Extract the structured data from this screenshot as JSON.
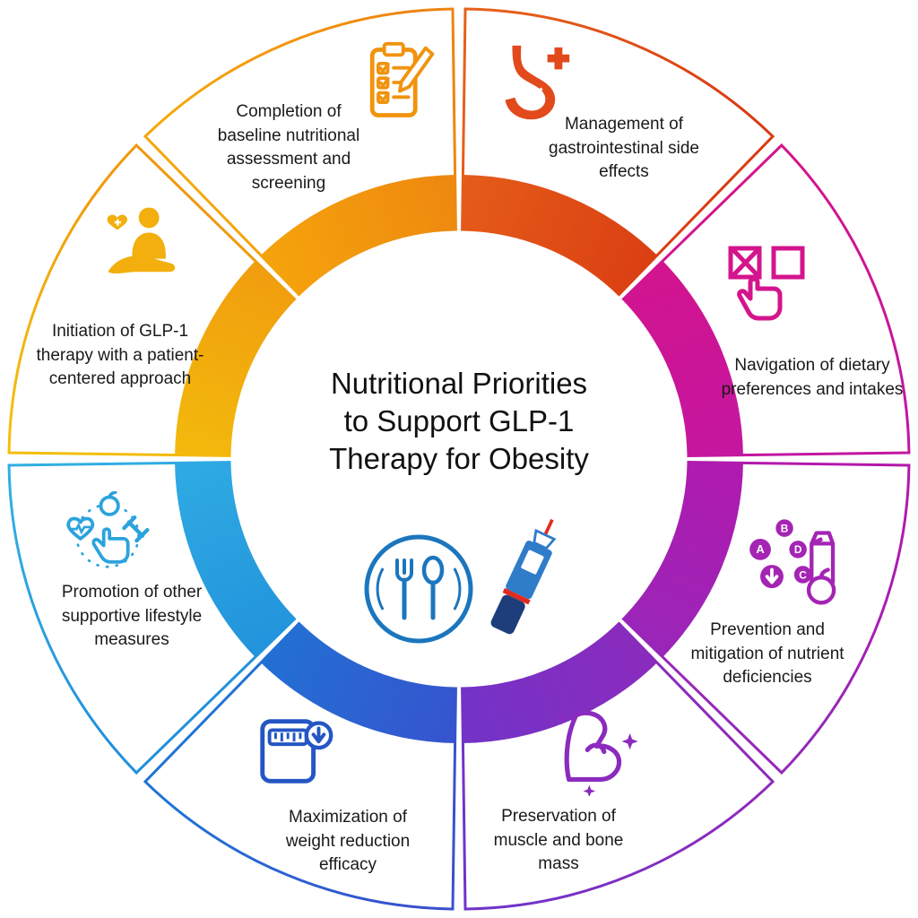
{
  "background": "#ffffff",
  "title_lines": [
    "Nutritional Priorities",
    "to Support GLP-1",
    "Therapy for Obesity"
  ],
  "center": {
    "icons": [
      "plate-cutlery-icon",
      "glp1-injection-pen-icon"
    ],
    "plate_icon_color": "#1b76be",
    "pen_body_color": "#2f7cc9",
    "pen_cap_color": "#1d3e7a",
    "pen_needle_color": "#e02b20"
  },
  "segments": [
    {
      "id": "completion",
      "label": "Completion of baseline nutritional assessment and screening",
      "icon": "clipboard-checklist-icon",
      "color_start": "#f6a70b",
      "color_end": "#ed8410",
      "icon_color": "#f0930e"
    },
    {
      "id": "management",
      "label": "Management of gastrointestinal side effects",
      "icon": "stomach-icon",
      "color_start": "#e6601a",
      "color_end": "#d93b11",
      "icon_color": "#e2491b"
    },
    {
      "id": "navigation",
      "label": "Navigation of dietary preferences and intakes",
      "icon": "checkbox-selection-icon",
      "color_start": "#d4148c",
      "color_end": "#c216a2",
      "icon_color": "#d4148c"
    },
    {
      "id": "prevention",
      "label": "Prevention and mitigation of nutrient deficiencies",
      "icon": "nutrients-vitamins-icon",
      "color_start": "#b418ac",
      "color_end": "#9528ba",
      "icon_color": "#a424b4"
    },
    {
      "id": "preservation",
      "label": "Preservation of muscle and bone mass",
      "icon": "muscle-arm-icon",
      "color_start": "#8e2abb",
      "color_end": "#6f34c9",
      "icon_color": "#8a2bbe"
    },
    {
      "id": "maximization",
      "label": "Maximization of weight reduction efficacy",
      "icon": "weight-scale-icon",
      "color_start": "#3950ce",
      "color_end": "#1f74d4",
      "icon_color": "#2456c4"
    },
    {
      "id": "promotion",
      "label": "Promotion of other supportive lifestyle measures",
      "icon": "lifestyle-icon",
      "color_start": "#2090db",
      "color_end": "#31aee3",
      "icon_color": "#2ba3dd"
    },
    {
      "id": "initiation",
      "label": "Initiation of GLP-1 therapy with a patient-centered approach",
      "icon": "patient-care-icon",
      "color_start": "#f3be0c",
      "color_end": "#f0990e",
      "icon_color": "#f2af0d"
    }
  ]
}
